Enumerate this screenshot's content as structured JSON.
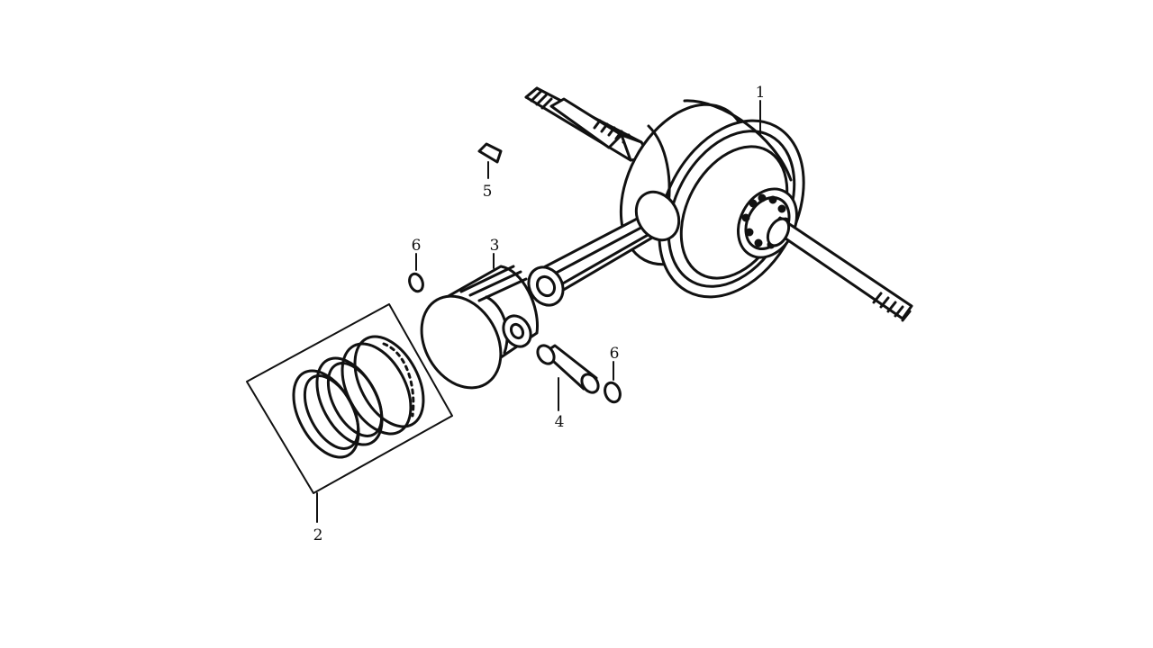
{
  "diagram": {
    "parts": [
      {
        "number": "1",
        "part": "crankshaft"
      },
      {
        "number": "2",
        "part": "piston-ring-set"
      },
      {
        "number": "3",
        "part": "piston"
      },
      {
        "number": "4",
        "part": "piston-pin"
      },
      {
        "number": "5",
        "part": "woodruff-key"
      },
      {
        "number": "6",
        "part": "piston-pin-clip"
      }
    ],
    "callouts": {
      "label_1": "1",
      "label_2": "2",
      "label_3": "3",
      "label_4": "4",
      "label_5": "5",
      "label_6a": "6",
      "label_6b": "6"
    },
    "colors": {
      "ink": "#111111",
      "background": "#ffffff"
    }
  }
}
